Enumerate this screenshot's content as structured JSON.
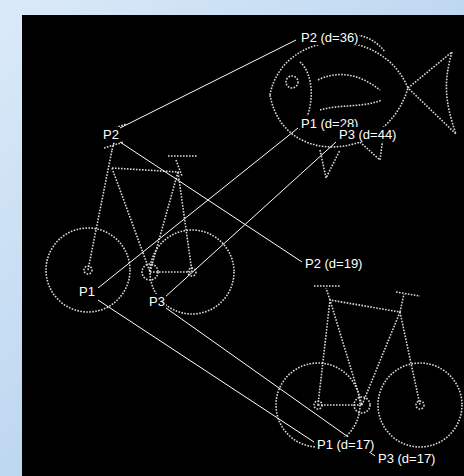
{
  "diagram": {
    "labels": [
      "P2 (d=36)",
      "P2",
      "P1 (d=28)",
      "P3 (d=44)",
      "P2 (d=19)",
      "P1",
      "P3",
      "P1 (d=17)",
      "P3 (d=17)"
    ]
  }
}
